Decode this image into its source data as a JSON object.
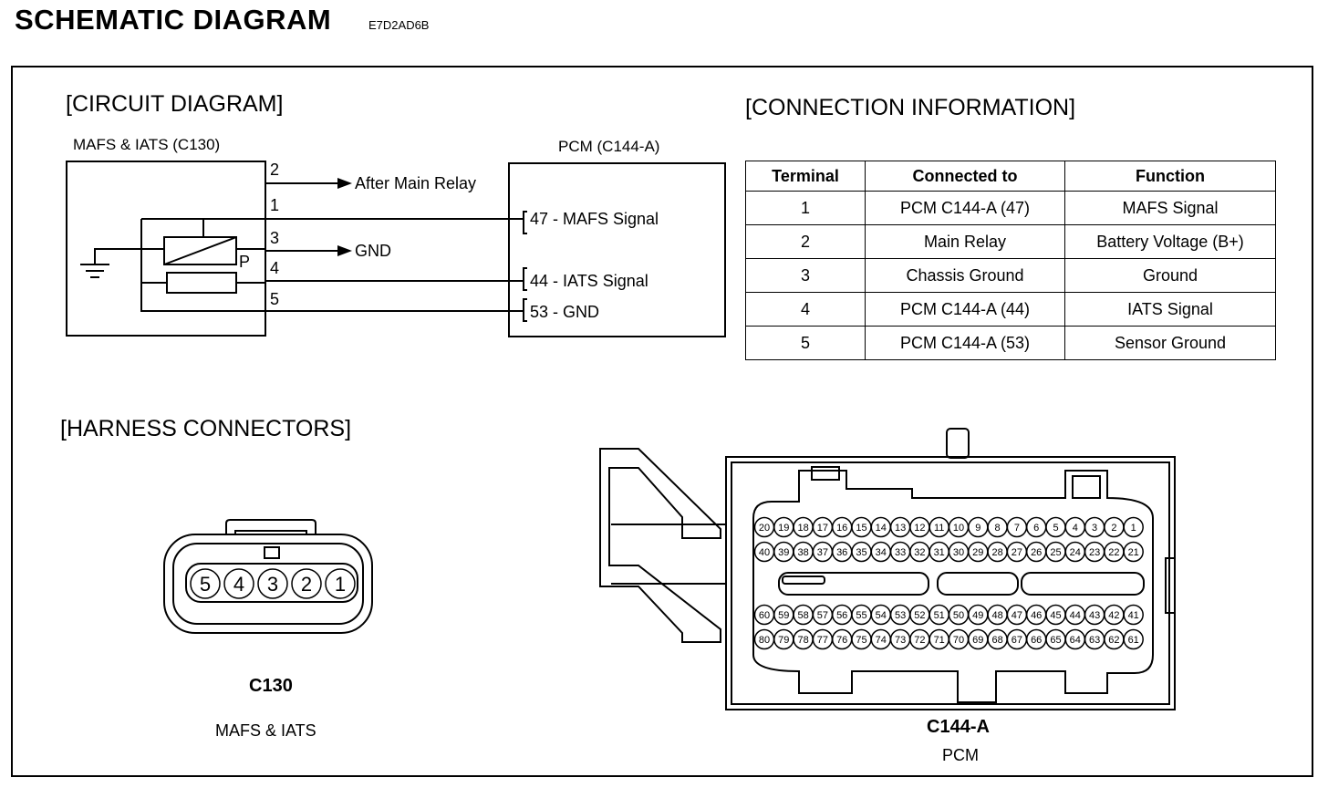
{
  "header": {
    "title": "SCHEMATIC DIAGRAM",
    "code": "E7D2AD6B"
  },
  "circuit": {
    "heading": "[CIRCUIT DIAGRAM]",
    "left_component": "MAFS & IATS (C130)",
    "right_component": "PCM (C144-A)",
    "pins": [
      "2",
      "1",
      "3",
      "4",
      "5"
    ],
    "p_label": "P",
    "after_main_relay": "After Main Relay",
    "gnd": "GND",
    "pcm_terminals": [
      "47 - MAFS Signal",
      "44 - IATS Signal",
      "53 - GND"
    ]
  },
  "connection": {
    "heading": "[CONNECTION INFORMATION]",
    "headers": [
      "Terminal",
      "Connected to",
      "Function"
    ],
    "rows": [
      [
        "1",
        "PCM C144-A (47)",
        "MAFS Signal"
      ],
      [
        "2",
        "Main Relay",
        "Battery Voltage (B+)"
      ],
      [
        "3",
        "Chassis Ground",
        "Ground"
      ],
      [
        "4",
        "PCM C144-A (44)",
        "IATS Signal"
      ],
      [
        "5",
        "PCM C144-A (53)",
        "Sensor Ground"
      ]
    ]
  },
  "harness": {
    "heading": "[HARNESS CONNECTORS]",
    "c130": {
      "pins": [
        "5",
        "4",
        "3",
        "2",
        "1"
      ],
      "title": "C130",
      "subtitle": "MAFS & IATS"
    },
    "c144": {
      "row1": [
        "20",
        "19",
        "18",
        "17",
        "16",
        "15",
        "14",
        "13",
        "12",
        "11",
        "10",
        "9",
        "8",
        "7",
        "6",
        "5",
        "4",
        "3",
        "2",
        "1"
      ],
      "row2": [
        "40",
        "39",
        "38",
        "37",
        "36",
        "35",
        "34",
        "33",
        "32",
        "31",
        "30",
        "29",
        "28",
        "27",
        "26",
        "25",
        "24",
        "23",
        "22",
        "21"
      ],
      "row3": [
        "60",
        "59",
        "58",
        "57",
        "56",
        "55",
        "54",
        "53",
        "52",
        "51",
        "50",
        "49",
        "48",
        "47",
        "46",
        "45",
        "44",
        "43",
        "42",
        "41"
      ],
      "row4": [
        "80",
        "79",
        "78",
        "77",
        "76",
        "75",
        "74",
        "73",
        "72",
        "71",
        "70",
        "69",
        "68",
        "67",
        "66",
        "65",
        "64",
        "63",
        "62",
        "61"
      ],
      "title": "C144-A",
      "subtitle": "PCM"
    }
  }
}
